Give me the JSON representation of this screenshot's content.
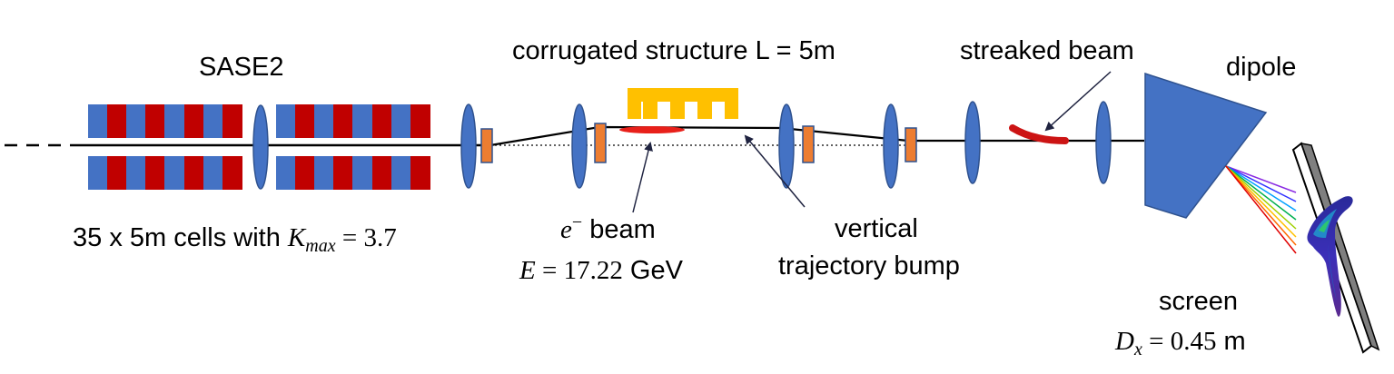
{
  "labels": {
    "sase2": "SASE2",
    "corrugated": "corrugated structure L = 5m",
    "streaked": "streaked beam",
    "dipole": "dipole",
    "cells_prefix": "35 x 5m cells with ",
    "kmax_symbol": "K",
    "kmax_sub": "max",
    "kmax_eq": " = 3.7",
    "ebeam_symbol": "e",
    "ebeam_sup": "−",
    "ebeam_word": " beam",
    "energy_symbol": "E",
    "energy_eq": " = 17.22",
    "energy_unit": " GeV",
    "vertical": "vertical",
    "bump": "trajectory bump",
    "screen": "screen",
    "dx_symbol": "D",
    "dx_sub": "x",
    "dx_eq": " = 0.45",
    "dx_unit": " m"
  },
  "colors": {
    "undulator_blue": "#4472c4",
    "undulator_red": "#c00000",
    "quad_blue": "#4472c4",
    "corrector_orange": "#ed7d31",
    "corrugation_gold": "#ffc000",
    "beam_red": "#e8201a",
    "dipole_blue": "#4472c4"
  }
}
